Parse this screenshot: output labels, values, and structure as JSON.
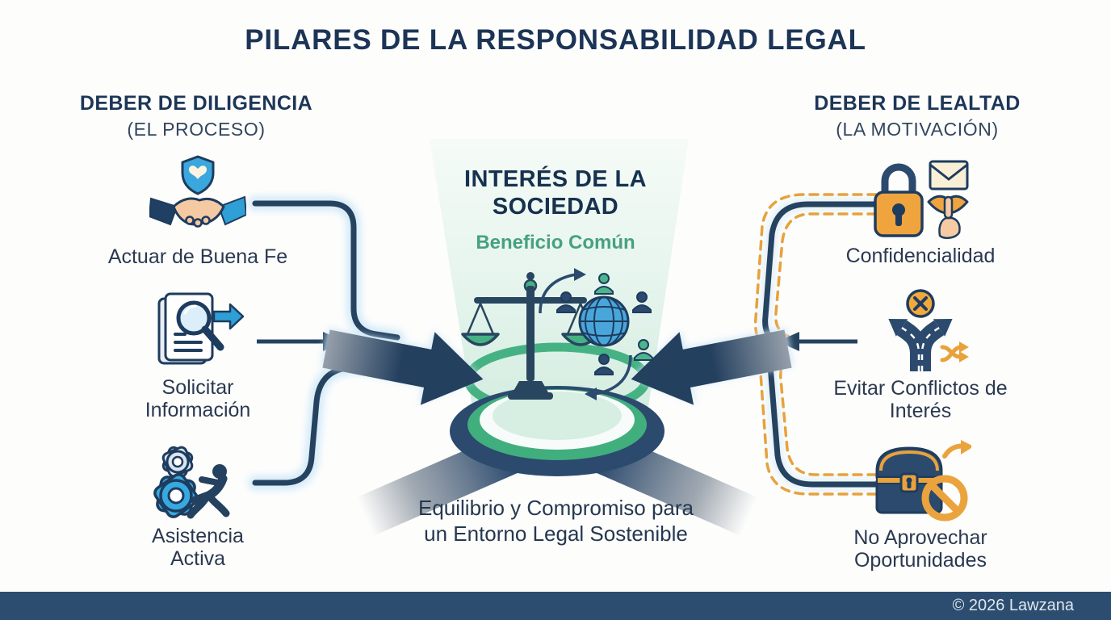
{
  "title": "PILARES DE LA RESPONSABILIDAD LEGAL",
  "left_column": {
    "heading": "DEBER DE DILIGENCIA",
    "subheading": "(EL PROCESO)",
    "items": [
      {
        "icon": "handshake-shield-icon",
        "label": "Actuar de Buena Fe"
      },
      {
        "icon": "document-search-icon",
        "label": "Solicitar Información"
      },
      {
        "icon": "gears-person-icon",
        "label": "Asistencia Activa"
      }
    ]
  },
  "right_column": {
    "heading": "DEBER DE LEALTAD",
    "subheading": "(LA MOTIVACIÓN)",
    "items": [
      {
        "icon": "padlock-envelope-shh-icon",
        "label": "Confidencialidad"
      },
      {
        "icon": "crossroads-conflict-icon",
        "label": "Evitar Conflictos de Interés"
      },
      {
        "icon": "treasure-chest-prohibited-icon",
        "label": "No Aprovechar Oportunidades"
      }
    ]
  },
  "center": {
    "heading": "INTERÉS DE LA SOCIEDAD",
    "subheading": "Beneficio Común",
    "icon": "scales-community-globe-icon",
    "caption_lines": [
      "Equilibrio y Compromiso para",
      "un Entorno Legal Sostenible"
    ]
  },
  "footer": {
    "copyright": "© 2026 Lawzana"
  },
  "colors": {
    "navy": "#24405f",
    "green": "#45b184",
    "orange": "#e9a23c",
    "light_blue": "#2f9fd8",
    "beam_green": "#dff0e7",
    "footer_bar": "#2c4d70"
  }
}
